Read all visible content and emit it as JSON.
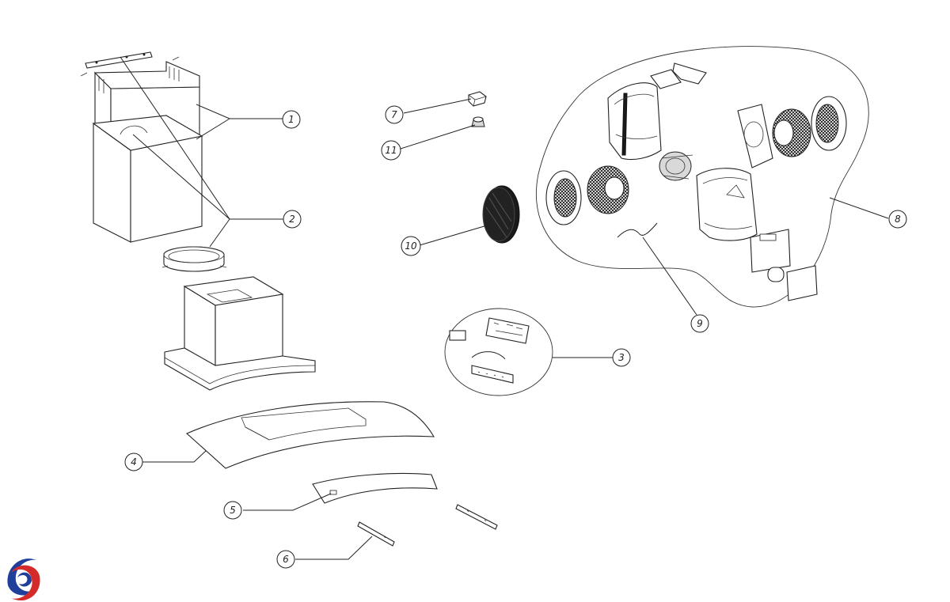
{
  "callouts": [
    {
      "id": "1",
      "label": "1"
    },
    {
      "id": "2",
      "label": "2"
    },
    {
      "id": "3",
      "label": "3"
    },
    {
      "id": "4",
      "label": "4"
    },
    {
      "id": "5",
      "label": "5"
    },
    {
      "id": "6",
      "label": "6"
    },
    {
      "id": "7",
      "label": "7"
    },
    {
      "id": "8",
      "label": "8"
    },
    {
      "id": "9",
      "label": "9"
    },
    {
      "id": "10",
      "label": "10"
    },
    {
      "id": "11",
      "label": "11"
    }
  ],
  "logo": {
    "name": "brand-logo-icon",
    "colors": [
      "#1f3f9a",
      "#d42a2a"
    ]
  }
}
